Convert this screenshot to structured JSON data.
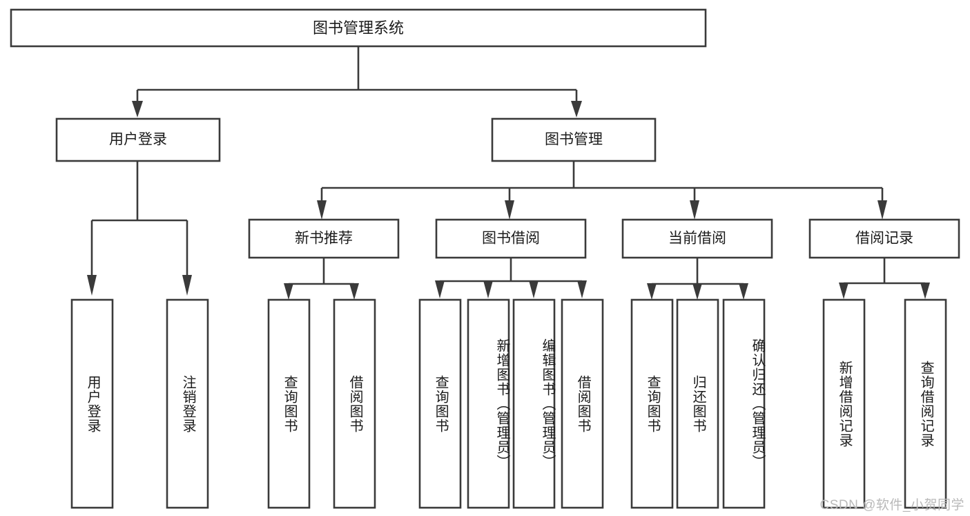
{
  "diagram": {
    "type": "tree-hierarchy",
    "title": "图书管理系统",
    "orientation": "top-down",
    "root": {
      "id": "root",
      "label": "图书管理系统"
    },
    "level2": [
      {
        "id": "user-login",
        "label": "用户登录"
      },
      {
        "id": "book-manage",
        "label": "图书管理"
      }
    ],
    "level3": [
      {
        "id": "new-book-recommend",
        "label": "新书推荐",
        "parent": "book-manage"
      },
      {
        "id": "book-borrow",
        "label": "图书借阅",
        "parent": "book-manage"
      },
      {
        "id": "current-borrow",
        "label": "当前借阅",
        "parent": "book-manage"
      },
      {
        "id": "borrow-record",
        "label": "借阅记录",
        "parent": "book-manage"
      }
    ],
    "leaves": [
      {
        "id": "leaf-user-login",
        "label": "用户登录",
        "parent": "user-login"
      },
      {
        "id": "leaf-logout",
        "label": "注销登录",
        "parent": "user-login"
      },
      {
        "id": "leaf-query-book-1",
        "label": "查询图书",
        "parent": "new-book-recommend"
      },
      {
        "id": "leaf-borrow-book-1",
        "label": "借阅图书",
        "parent": "new-book-recommend"
      },
      {
        "id": "leaf-query-book-2",
        "label": "查询图书",
        "parent": "book-borrow"
      },
      {
        "id": "leaf-add-book",
        "label": "新增图书（管理员）",
        "parent": "book-borrow"
      },
      {
        "id": "leaf-edit-book",
        "label": "编辑图书（管理员）",
        "parent": "book-borrow"
      },
      {
        "id": "leaf-borrow-book-2",
        "label": "借阅图书",
        "parent": "book-borrow"
      },
      {
        "id": "leaf-query-book-3",
        "label": "查询图书",
        "parent": "current-borrow"
      },
      {
        "id": "leaf-return-book",
        "label": "归还图书",
        "parent": "current-borrow"
      },
      {
        "id": "leaf-confirm-return",
        "label": "确认归还（管理员）",
        "parent": "current-borrow"
      },
      {
        "id": "leaf-add-record",
        "label": "新增借阅记录",
        "parent": "borrow-record"
      },
      {
        "id": "leaf-query-record",
        "label": "查询借阅记录",
        "parent": "borrow-record"
      }
    ],
    "colors": {
      "stroke": "#3a3a3a",
      "fill": "#ffffff",
      "text": "#1b1b1b",
      "background": "#ffffff",
      "watermark": "#b9b9b9"
    }
  },
  "watermark": {
    "text": "CSDN @软件_小贺同学"
  }
}
